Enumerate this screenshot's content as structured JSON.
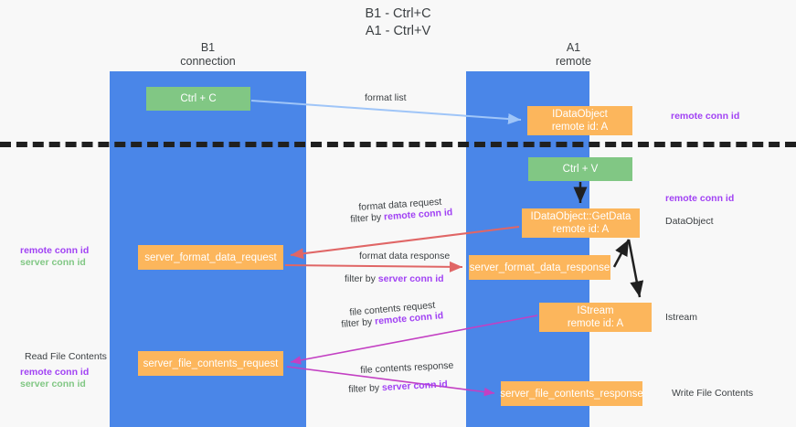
{
  "title": "B1 - Ctrl+C\nA1 - Ctrl+V",
  "lanes": {
    "b1": {
      "header": "B1\nconnection",
      "color": "#4a86e8"
    },
    "a1": {
      "header": "A1\nremote",
      "color": "#4a86e8"
    }
  },
  "colors": {
    "lane": "#4a86e8",
    "green_box": "#81c784",
    "orange_box": "#fcb65c",
    "purple_text": "#a142f4",
    "green_text": "#81c784",
    "blue_arrow": "#9fc5f8",
    "red_arrow": "#e06666",
    "magenta_arrow": "#c340c3",
    "black_arrow": "#202020",
    "divider": "#202020",
    "background": "#f8f8f8"
  },
  "boxes": {
    "ctrl_c": "Ctrl + C",
    "idataobject": "IDataObject\nremote id: A",
    "ctrl_v": "Ctrl + V",
    "getdata": "IDataObject::GetData\nremote id: A",
    "server_format_data_request": "server_format_data_request",
    "server_format_data_response": "server_format_data_response",
    "istream": "IStream\nremote id: A",
    "server_file_contents_request": "server_file_contents_request",
    "server_file_contents_response": "server_file_contents_response"
  },
  "labels": {
    "format_list": "format list",
    "remote_conn_id_top": "remote conn id",
    "remote_conn_id_mid": "remote conn id",
    "dataobject": "DataObject",
    "istream_side": "Istream",
    "write_file_contents": "Write File Contents",
    "read_file_contents": "Read File Contents",
    "left_remote_conn_id": "remote conn id",
    "left_server_conn_id": "server conn id",
    "left_remote_conn_id2": "remote conn id",
    "left_server_conn_id2": "server conn id",
    "format_data_request": "format data request",
    "filter_by": "filter by ",
    "filter_remote_conn_id_1": "remote conn id",
    "format_data_response": "format data response",
    "filter_server_conn_id_1": "server conn id",
    "file_contents_request": "file contents request",
    "filter_remote_conn_id_2": "remote conn id",
    "file_contents_response": "file contents response",
    "filter_server_conn_id_2": "server conn id"
  }
}
